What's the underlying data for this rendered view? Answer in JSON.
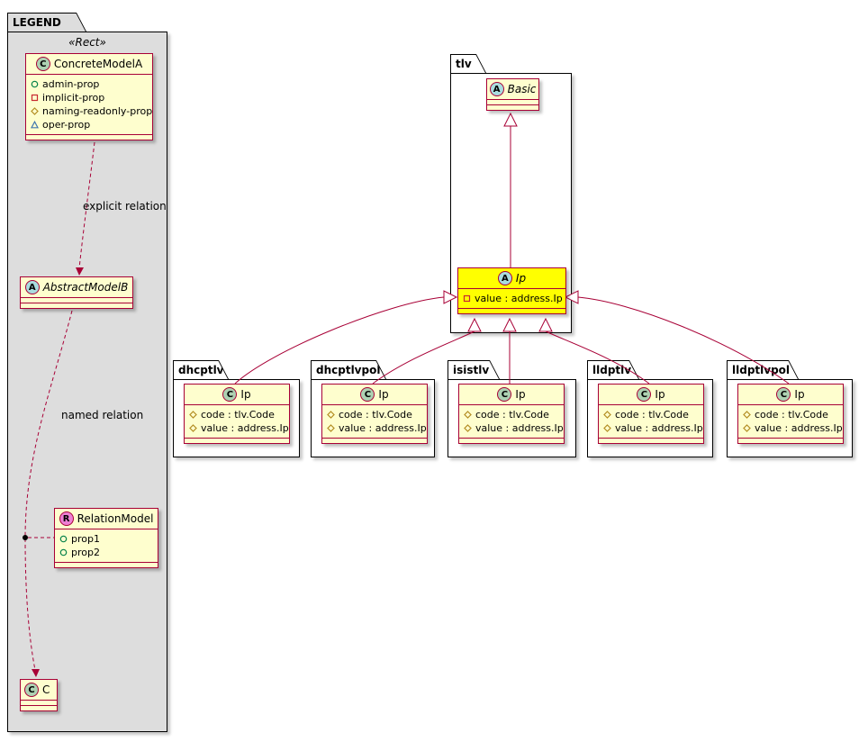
{
  "colors": {
    "class_border": "#A80036",
    "class_fill": "#FEFECE",
    "highlight_fill": "#FFFF00",
    "legend_fill": "#DDDDDD",
    "badge_class": "#ADD1B2",
    "badge_abstract": "#A9DCDF",
    "badge_relation": "#ED7FD4",
    "icon_public_circle": "#038048",
    "icon_private_square": "#C82930",
    "icon_protected_diamond": "#B38D22",
    "icon_package_triangle": "#4177AF"
  },
  "legend": {
    "title": "LEGEND",
    "stereotype": "«Rect»",
    "labels": {
      "explicit": "explicit relation",
      "named": "named relation"
    },
    "classes": {
      "concrete": {
        "badge": "C",
        "name": "ConcreteModelA",
        "props": [
          {
            "icon": "circle-icon",
            "text": "admin-prop"
          },
          {
            "icon": "square-icon",
            "text": "implicit-prop"
          },
          {
            "icon": "diamond-icon",
            "text": "naming-readonly-prop"
          },
          {
            "icon": "triangle-icon",
            "text": "oper-prop"
          }
        ]
      },
      "abstract": {
        "badge": "A",
        "name": "AbstractModelB"
      },
      "relation": {
        "badge": "R",
        "name": "RelationModel",
        "props": [
          {
            "icon": "circle-icon",
            "text": "prop1"
          },
          {
            "icon": "circle-icon",
            "text": "prop2"
          }
        ]
      },
      "c": {
        "badge": "C",
        "name": "C"
      }
    }
  },
  "tlv": {
    "title": "tlv",
    "basic": {
      "badge": "A",
      "name": "Basic"
    },
    "ip": {
      "badge": "A",
      "name": "Ip",
      "props": [
        {
          "icon": "square-icon",
          "text": "value : address.Ip"
        }
      ]
    }
  },
  "packages": [
    {
      "title": "dhcptlv",
      "cls": {
        "badge": "C",
        "name": "Ip",
        "props": [
          {
            "icon": "diamond-icon",
            "text": "code : tlv.Code"
          },
          {
            "icon": "diamond-icon",
            "text": "value : address.Ip"
          }
        ]
      }
    },
    {
      "title": "dhcptlvpol",
      "cls": {
        "badge": "C",
        "name": "Ip",
        "props": [
          {
            "icon": "diamond-icon",
            "text": "code : tlv.Code"
          },
          {
            "icon": "diamond-icon",
            "text": "value : address.Ip"
          }
        ]
      }
    },
    {
      "title": "isistlv",
      "cls": {
        "badge": "C",
        "name": "Ip",
        "props": [
          {
            "icon": "diamond-icon",
            "text": "code : tlv.Code"
          },
          {
            "icon": "diamond-icon",
            "text": "value : address.Ip"
          }
        ]
      }
    },
    {
      "title": "lldptlv",
      "cls": {
        "badge": "C",
        "name": "Ip",
        "props": [
          {
            "icon": "diamond-icon",
            "text": "code : tlv.Code"
          },
          {
            "icon": "diamond-icon",
            "text": "value : address.Ip"
          }
        ]
      }
    },
    {
      "title": "lldptlvpol",
      "cls": {
        "badge": "C",
        "name": "Ip",
        "props": [
          {
            "icon": "diamond-icon",
            "text": "code : tlv.Code"
          },
          {
            "icon": "diamond-icon",
            "text": "value : address.Ip"
          }
        ]
      }
    }
  ],
  "relations": [
    {
      "from": "LEGEND.ConcreteModelA",
      "to": "LEGEND.AbstractModelB",
      "label": "explicit relation",
      "style": "dashed-arrow"
    },
    {
      "from": "LEGEND.AbstractModelB",
      "to": "LEGEND.C",
      "label": "named relation",
      "via": "LEGEND.RelationModel",
      "style": "dashed-arrow"
    },
    {
      "from": "tlv.Ip",
      "to": "tlv.Basic",
      "style": "extends"
    },
    {
      "from": "dhcptlv.Ip",
      "to": "tlv.Ip",
      "style": "extends"
    },
    {
      "from": "dhcptlvpol.Ip",
      "to": "tlv.Ip",
      "style": "extends"
    },
    {
      "from": "isistlv.Ip",
      "to": "tlv.Ip",
      "style": "extends"
    },
    {
      "from": "lldptlv.Ip",
      "to": "tlv.Ip",
      "style": "extends"
    },
    {
      "from": "lldptlvpol.Ip",
      "to": "tlv.Ip",
      "style": "extends"
    }
  ]
}
